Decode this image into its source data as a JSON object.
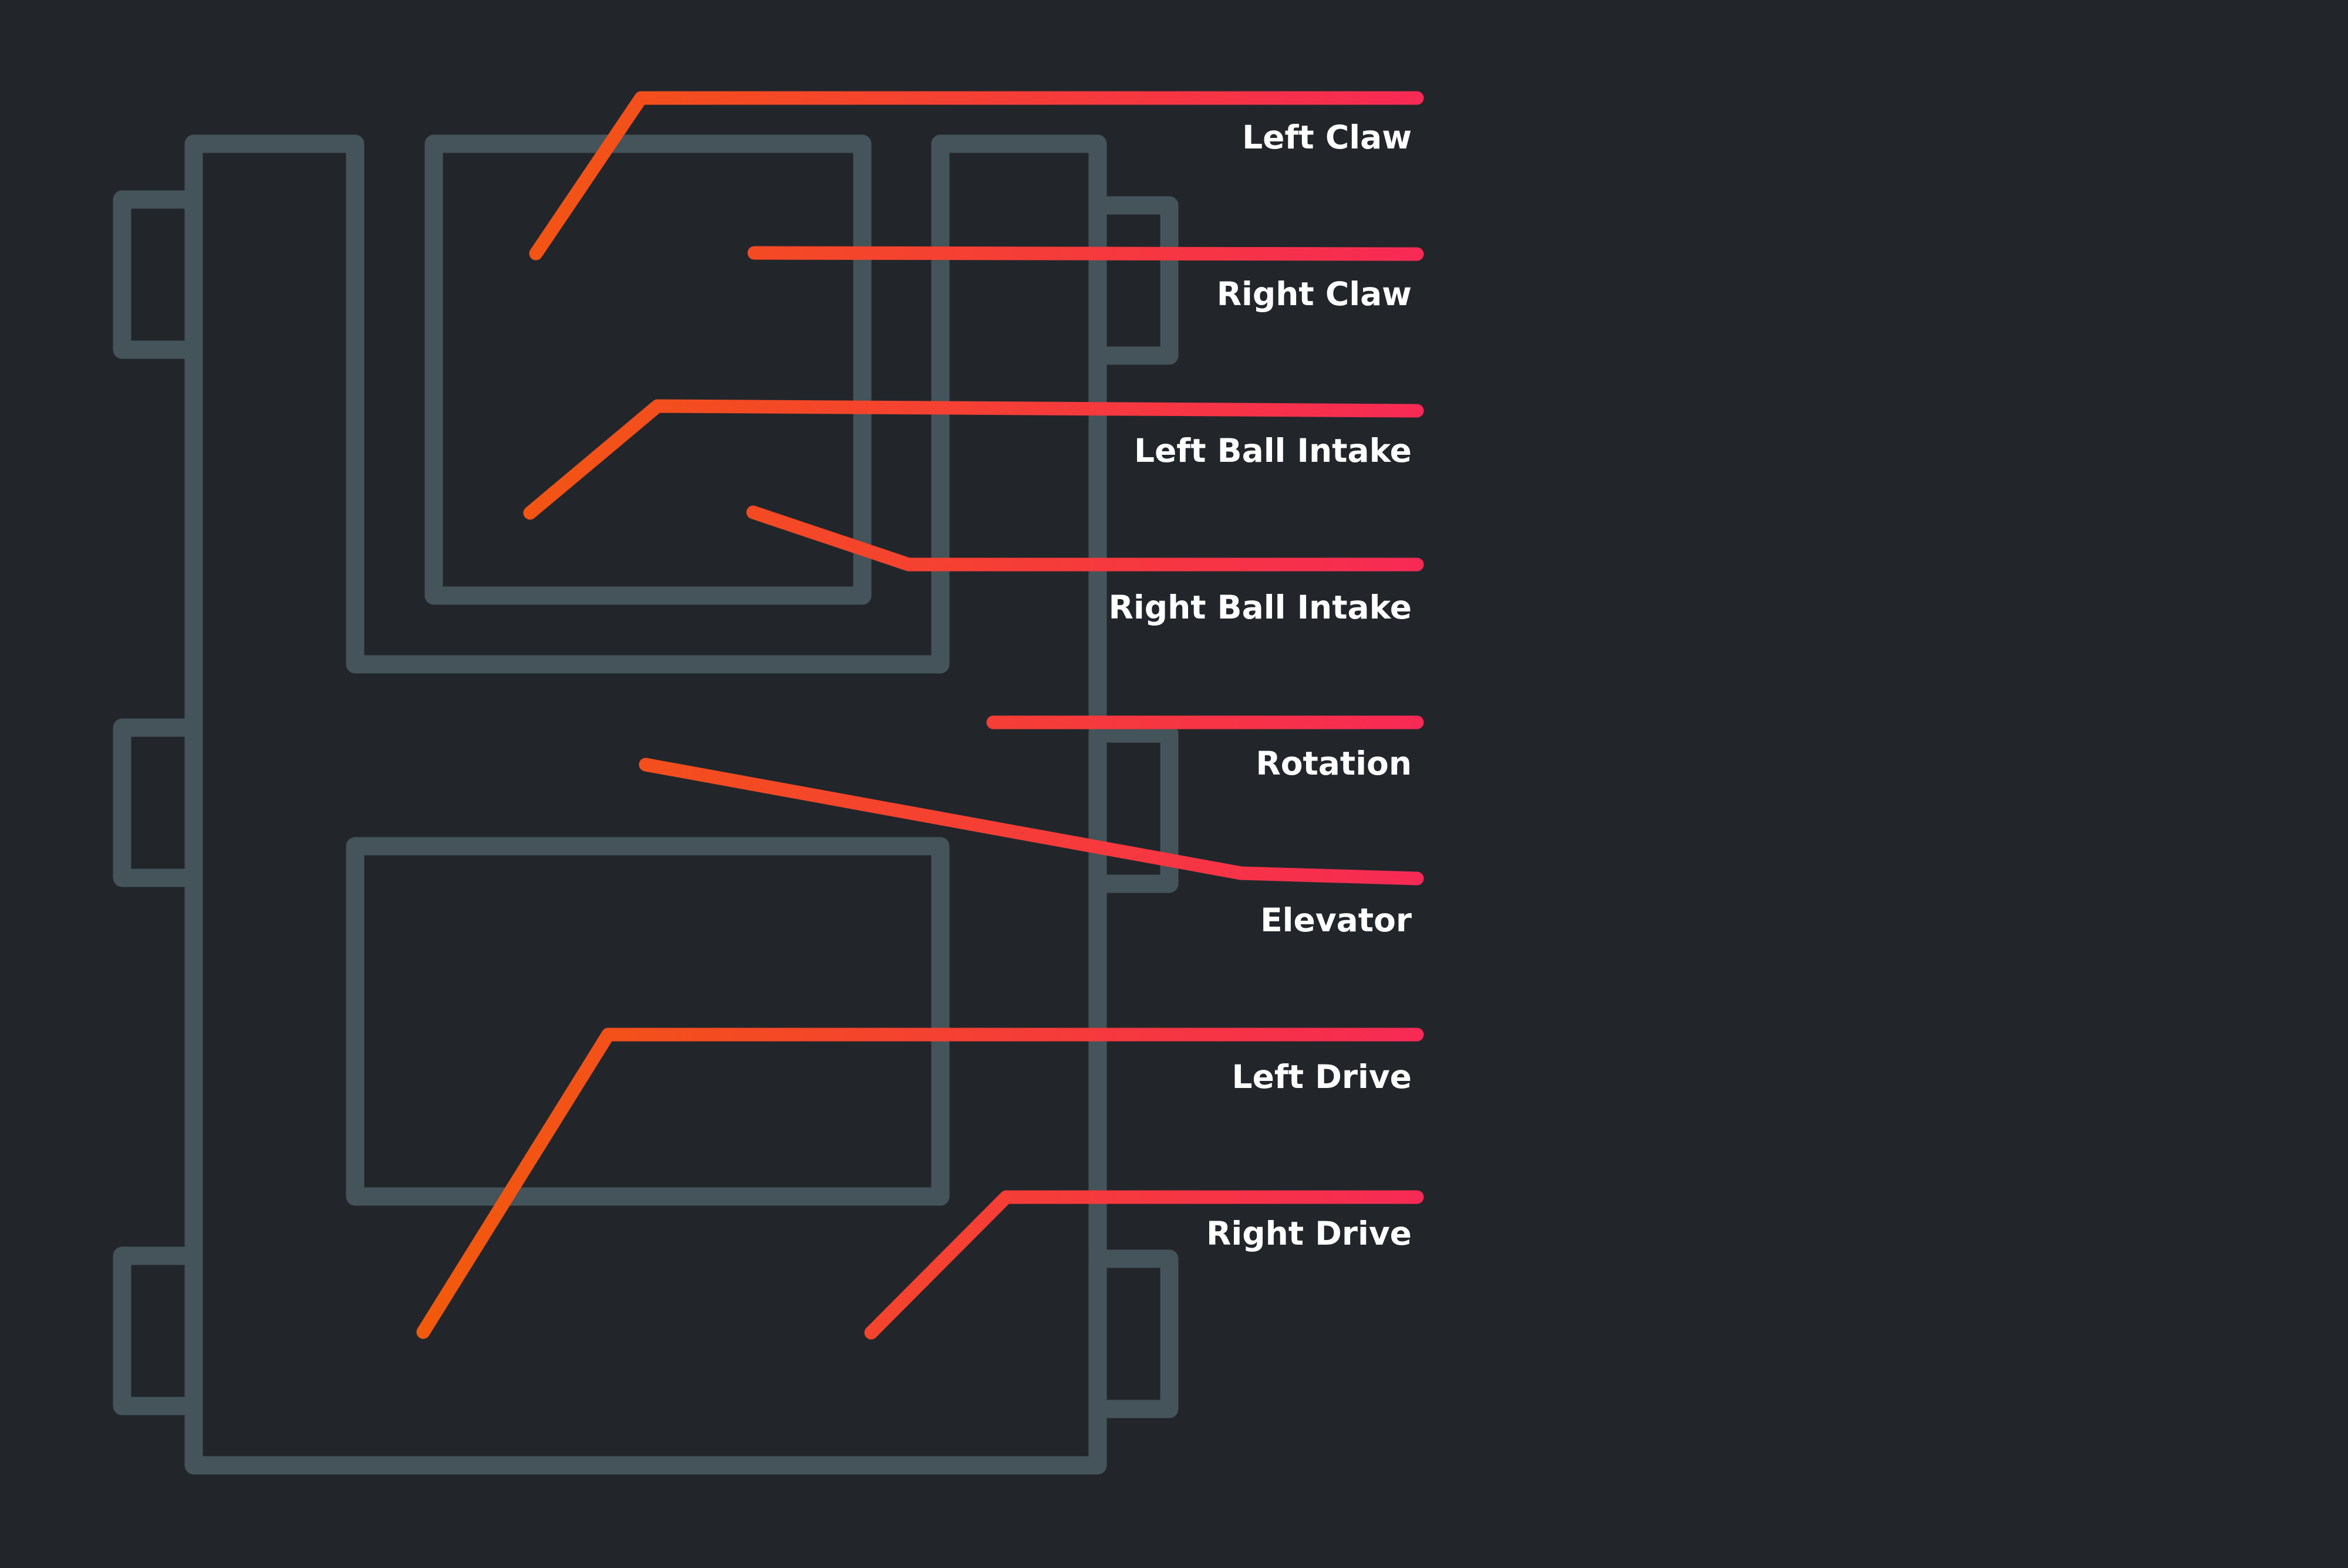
{
  "colors": {
    "background": "#22262b",
    "outline": "#44545a",
    "leader_start": "#f25a0b",
    "leader_end": "#f72a55",
    "label_text": "#ffffff"
  },
  "labels": [
    {
      "id": "left-claw",
      "text": "Left Claw"
    },
    {
      "id": "right-claw",
      "text": "Right Claw"
    },
    {
      "id": "left-ball-intake",
      "text": "Left Ball Intake"
    },
    {
      "id": "right-ball-intake",
      "text": "Right Ball Intake"
    },
    {
      "id": "rotation",
      "text": "Rotation"
    },
    {
      "id": "elevator",
      "text": "Elevator"
    },
    {
      "id": "left-drive",
      "text": "Left Drive"
    },
    {
      "id": "right-drive",
      "text": "Right Drive"
    }
  ]
}
